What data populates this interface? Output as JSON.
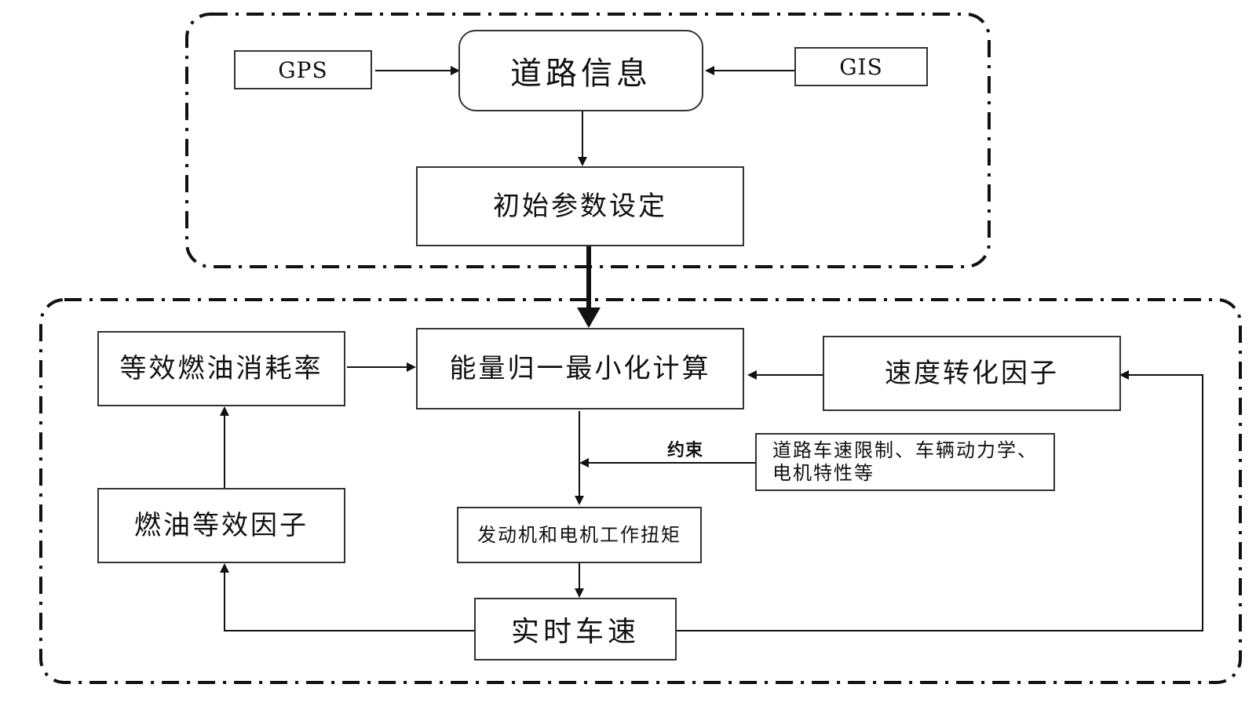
{
  "diagram": {
    "top_group": {
      "gps": "GPS",
      "gis": "GIS",
      "road_info": "道路信息",
      "initial_params": "初始参数设定"
    },
    "bottom_group": {
      "equiv_fuel_rate": "等效燃油消耗率",
      "energy_min": "能量归一最小化计算",
      "speed_factor": "速度转化因子",
      "constraint_label": "约束",
      "constraint_note": "道路车速限制、车辆动力学、电机特性等",
      "fuel_factor": "燃油等效因子",
      "torque": "发动机和电机工作扭矩",
      "realtime_speed": "实时车速"
    }
  }
}
